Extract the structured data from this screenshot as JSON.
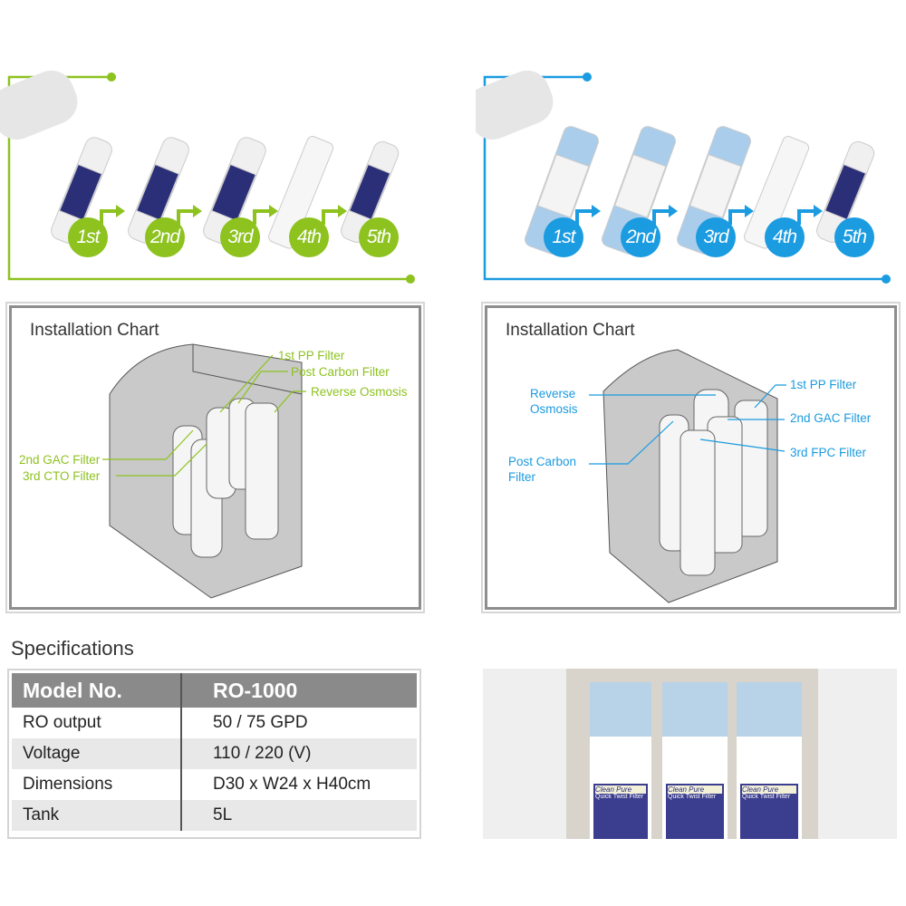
{
  "colors": {
    "green": "#8dc21f",
    "blue": "#1b9be0",
    "gray": "#8a8a8a"
  },
  "stages_green": [
    "1st",
    "2nd",
    "3rd",
    "4th",
    "5th"
  ],
  "stages_blue": [
    "1st",
    "2nd",
    "3rd",
    "4th",
    "5th"
  ],
  "chart_left": {
    "title": "Installation Chart",
    "labels": {
      "pp": "1st PP Filter",
      "post": "Post Carbon Filter",
      "ro": "Reverse Osmosis",
      "gac": "2nd GAC Filter",
      "cto": "3rd CTO Filter"
    }
  },
  "chart_right": {
    "title": "Installation Chart",
    "labels": {
      "ro1": "Reverse",
      "ro2": "Osmosis",
      "post1": "Post Carbon",
      "post2": "Filter",
      "pp": "1st PP Filter",
      "gac": "2nd GAC Filter",
      "fpc": "3rd FPC Filter"
    }
  },
  "specs": {
    "title": "Specifications",
    "header": [
      "Model No.",
      "RO-1000"
    ],
    "rows": [
      [
        "RO output",
        "50 / 75 GPD"
      ],
      [
        "Voltage",
        "110 / 220 (V)"
      ],
      [
        "Dimensions",
        "D30 x W24 x H40cm"
      ],
      [
        "Tank",
        "5L"
      ]
    ]
  },
  "photo": {
    "brand": "Clean Pure",
    "product": "Quick Twist Filter"
  }
}
